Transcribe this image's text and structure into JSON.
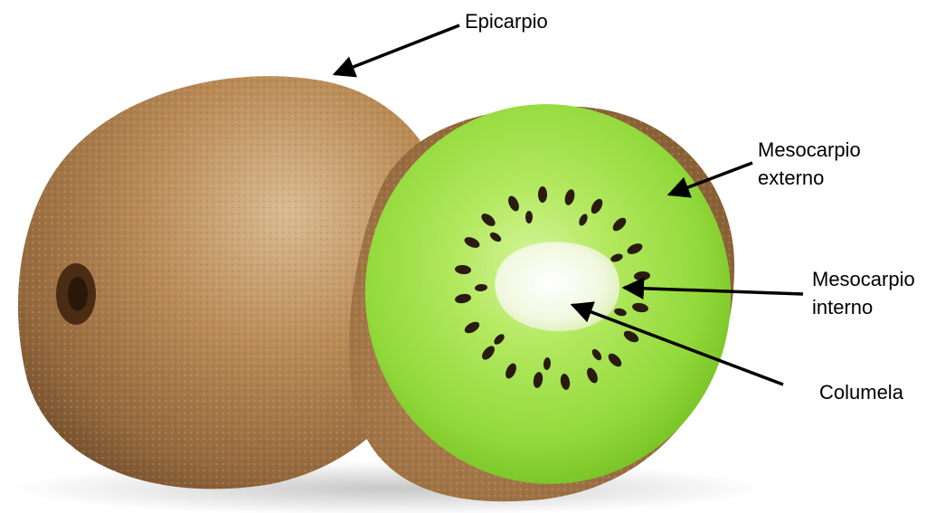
{
  "labels": {
    "epicarpio": "Epicarpio",
    "mesocarpio_externo": [
      "Mesocarpio",
      "externo"
    ],
    "mesocarpio_interno": [
      "Mesocarpio",
      "interno"
    ],
    "columela": "Columela"
  },
  "colors": {
    "skin": "#a87a4a",
    "skin_dark": "#7a5430",
    "flesh_outer": "#8fd63a",
    "flesh_inner": "#b6ec6e",
    "seed": "#2a1a10",
    "core": "#f2f8e4",
    "arrow": "#000000"
  },
  "icons": {
    "whole_fruit": "kiwi-whole-illustration",
    "half_fruit": "kiwi-half-illustration"
  }
}
